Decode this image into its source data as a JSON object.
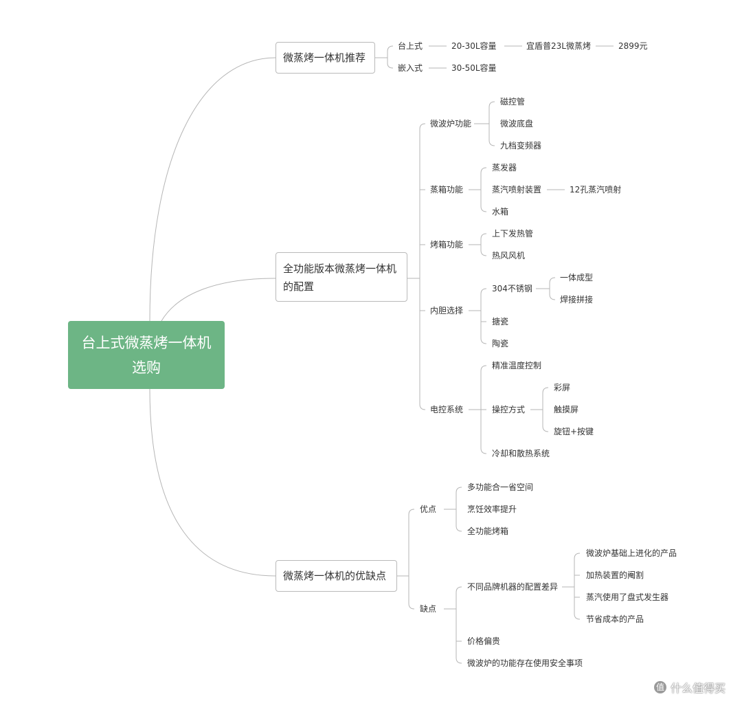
{
  "root": {
    "line1": "台上式微蒸烤一体机",
    "line2": "选购"
  },
  "branches": {
    "recommend": {
      "title": "微蒸烤一体机推荐",
      "countertop": {
        "label": "台上式",
        "capacity": "20-30L容量",
        "model": "宜盾普23L微蒸烤",
        "price": "2899元"
      },
      "builtin": {
        "label": "嵌入式",
        "capacity": "30-50L容量"
      }
    },
    "config": {
      "title_line1": "全功能版本微蒸烤一体机",
      "title_line2": "的配置",
      "microwave": {
        "label": "微波炉功能",
        "items": [
          "磁控管",
          "微波底盘",
          "九档变频器"
        ]
      },
      "steam": {
        "label": "蒸箱功能",
        "items": [
          "蒸发器",
          "蒸汽喷射装置",
          "水箱"
        ],
        "jet_detail": "12孔蒸汽喷射"
      },
      "oven": {
        "label": "烤箱功能",
        "items": [
          "上下发热管",
          "热风风机"
        ]
      },
      "liner": {
        "label": "内胆选择",
        "items": [
          "304不锈钢",
          "搪瓷",
          "陶瓷"
        ],
        "steel_types": [
          "一体成型",
          "焊接拼接"
        ]
      },
      "control": {
        "label": "电控系统",
        "items": [
          "精准温度控制",
          "操控方式",
          "冷却和散热系统"
        ],
        "modes": [
          "彩屏",
          "触摸屏",
          "旋钮+按键"
        ]
      }
    },
    "proscons": {
      "title": "微蒸烤一体机的优缺点",
      "pros": {
        "label": "优点",
        "items": [
          "多功能合一省空间",
          "烹饪效率提升",
          "全功能烤箱"
        ]
      },
      "cons": {
        "label": "缺点",
        "items": [
          "不同品牌机器的配置差异",
          "价格偏贵",
          "微波炉的功能存在使用安全事项"
        ],
        "diff_details": [
          "微波炉基础上进化的产品",
          "加热装置的阉割",
          "蒸汽使用了盘式发生器",
          "节省成本的产品"
        ]
      }
    }
  },
  "watermark": {
    "text": "什么值得买",
    "icon_text": "值"
  },
  "colors": {
    "root_fill": "#6db585",
    "line": "#b5b5b5",
    "text": "#333333",
    "box_border": "#b9b9b9"
  }
}
